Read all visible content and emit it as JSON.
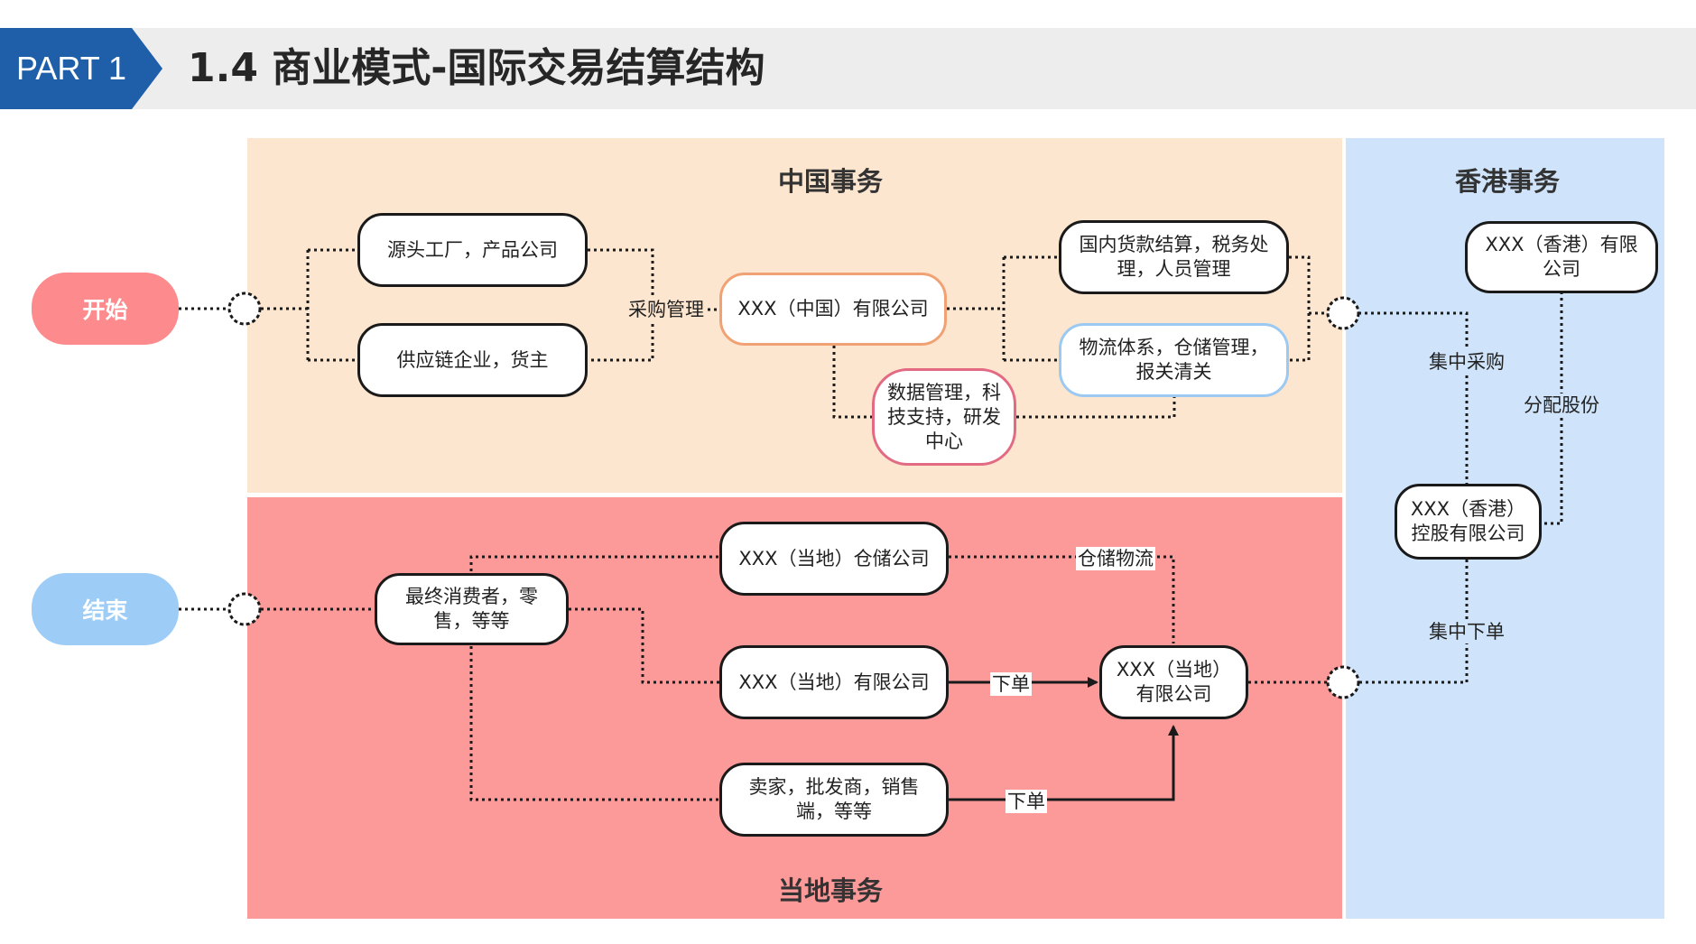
{
  "header": {
    "part_label": "PART 1",
    "title": "1.4 商业模式-国际交易结算结构"
  },
  "regions": {
    "china": {
      "title": "中国事务"
    },
    "local": {
      "title": "当地事务"
    },
    "hk": {
      "title": "香港事务"
    }
  },
  "start": {
    "label": "开始"
  },
  "end": {
    "label": "结束"
  },
  "nodes": {
    "factory": "源头工厂，产品公司",
    "supply_chain": "供应链企业，货主",
    "china_company": "XXX（中国）有限公司",
    "domestic_settlement": "国内货款结算，税务处理，人员管理",
    "logistics": "物流体系，仓储管理，报关清关",
    "data_center": "数据管理，科技支持，研发中心",
    "hk_limited": "XXX（香港）有限公司",
    "hk_holding": "XXX（香港）控股有限公司",
    "consumer": "最终消费者，零售，等等",
    "local_warehouse": "XXX（当地）仓储公司",
    "local_limited_left": "XXX（当地）有限公司",
    "local_limited_right": "XXX（当地）有限公司",
    "sellers": "卖家，批发商，销售端，等等"
  },
  "edge_labels": {
    "procurement_mgmt": "采购管理",
    "central_purchase": "集中采购",
    "share_distribution": "分配股份",
    "warehouse_logistics": "仓储物流",
    "central_order": "集中下单",
    "order_1": "下单",
    "order_2": "下单"
  },
  "colors": {
    "header_badge": "#1f5ea8",
    "header_strip": "#ededed",
    "china_region": "#fde6cf",
    "local_region": "#fc9a9a",
    "hk_region": "#cfe4fb",
    "start_pill": "#fd8a8c",
    "end_pill": "#9dcdf6",
    "china_company_border": "#f0a274",
    "logistics_border": "#9cc9f2",
    "data_center_border": "#e36a83"
  }
}
